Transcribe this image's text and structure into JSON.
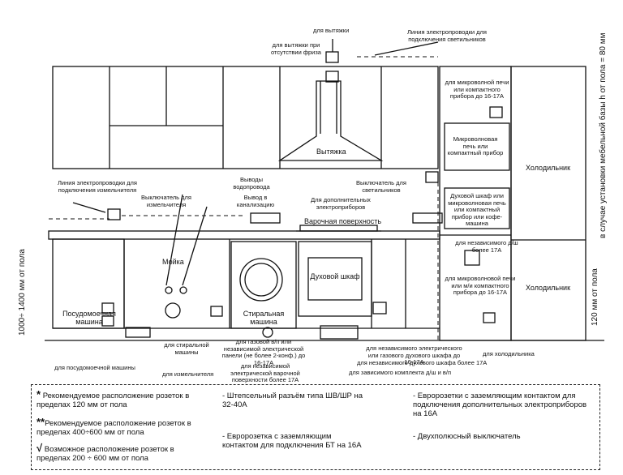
{
  "labels": {
    "hood_outlet": "для вытяжки",
    "lighting_line": "Линия электропроводки для подключения светильников",
    "hood_no_frieze": "для вытяжки при отсутствии фриза",
    "hood": "Вытяжка",
    "microwave_outlet": "для микроволной печи или компактного прибора до 16-17А",
    "microwave": "Микроволновая печь или компактный прибор",
    "fridge_top": "Холодильник",
    "vertical_note": "в случае установки мебельной базы h от пола = 80 мм",
    "extractor_line": "Линия электропроводки для подключения измельчителя",
    "water_outlets": "Выводы водопровода",
    "lamp_switch": "Выключатель для светильников",
    "grinder_switch": "Выключатель для измельчителя",
    "sewer": "Вывод в канализацию",
    "extra_appliances": "Для дополнительных электроприборов",
    "oven_combo": "Духовой шкаф или микроволновая печь или компактный прибор или кофе-машина",
    "hob": "Варочная поверхность",
    "sink": "Мойка",
    "dishwasher": "Посудомоечная машина",
    "washer": "Стиральная машина",
    "oven": "Духовой шкаф",
    "indep_hob_outlet": "для независимого д/ш более 17А",
    "micro_outlet2": "для микроволновой печи или м/и компактного прибора до 16-17А",
    "fridge_bottom": "Холодильник",
    "height_left": "1000÷ 1400 мм от пола",
    "height_right": "120 мм от пола",
    "washer_outlet": "для стиральной машины",
    "dishwasher_outlet": "для посудомоечной машины",
    "grinder_outlet": "для измельчителя",
    "gas_panel": "для газовой в/п или независимой электрической панели (не более 2-конф.) до 16-17А",
    "indep_panel": "для независимой электрической варочной поверхности более 17А",
    "indep_el_oven": "для независимого электрического или газового духового шкафа до 16-17А",
    "indep_oven17": "для независимого духового шкафа более 17А",
    "dep_set": "для зависимого комплекта д/ш и в/п",
    "fridge_outlet": "для холодильника"
  },
  "legend": {
    "star1_sym": "*",
    "star1": "Рекомендуемое расположение розеток в пределах 120 мм от пола",
    "star2_sym": "**",
    "star2": "Рекомендуемое расположение розеток в пределах 400÷600 мм от пола",
    "check_sym": "√",
    "check": "Возможное расположение розеток в пределах 200 ÷ 600 мм от пола",
    "plug": "- Штепсельный разъём типа ШВ/ШР на 32-40А",
    "euro_bt": "- Евророзетка с заземляющим контактом для подключения БТ на 16А",
    "euro_extra": "- Евророзетки с заземляющим контактом для подключения дополнительных электроприборов на 16А",
    "switch": "- Двухполюсный выключатель"
  }
}
